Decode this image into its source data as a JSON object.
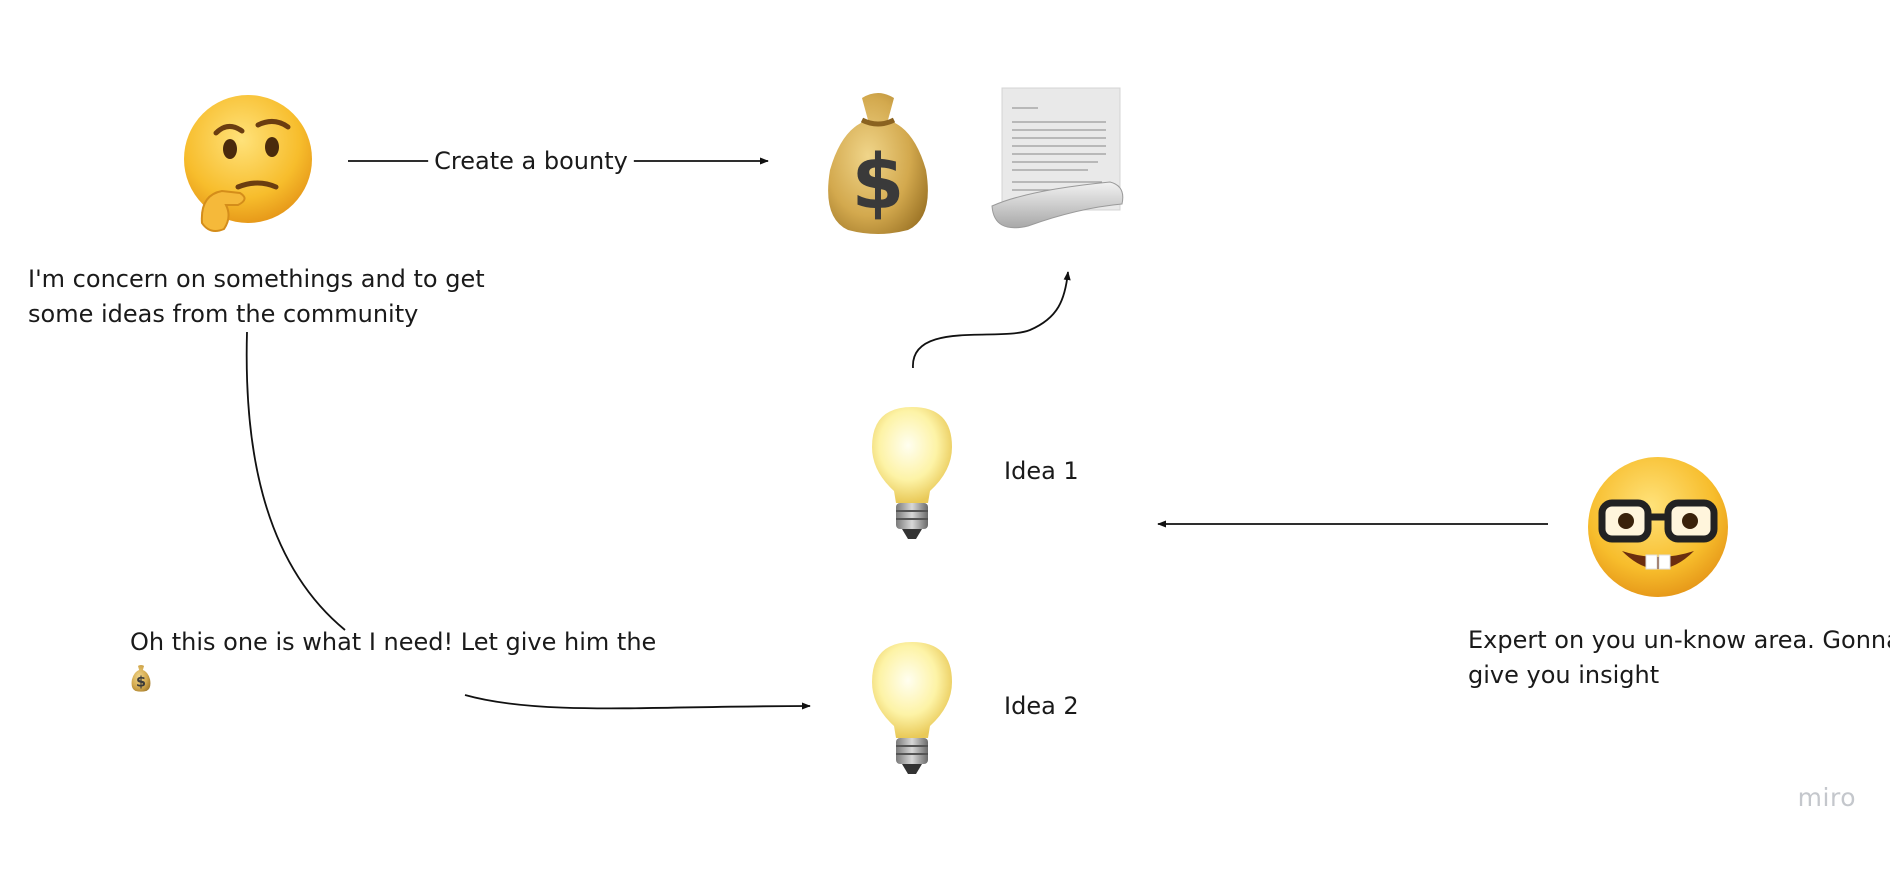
{
  "board": {
    "watermark": "miro",
    "accent_colors": {
      "line": "#111111",
      "emoji_yellow": "#f6c342",
      "money_bag": "#c9a24a",
      "bulb_glow": "#fff6b0"
    },
    "nodes": {
      "thinker": {
        "icon": "thinking-face-icon",
        "caption_line1": "I'm concern on somethings and to get",
        "caption_line2": "some ideas from the community"
      },
      "bounty": {
        "money_icon": "money-bag-icon",
        "scroll_icon": "scroll-document-icon"
      },
      "idea1": {
        "icon": "light-bulb-icon",
        "label": "Idea 1"
      },
      "idea2": {
        "icon": "light-bulb-icon",
        "label": "Idea 2"
      },
      "expert": {
        "icon": "nerd-face-icon",
        "caption_line1": "Expert on you un-know area. Gonna",
        "caption_line2": "give you insight"
      },
      "reward_note": {
        "line1": "Oh this one is what I need! Let give him the",
        "icon": "money-bag-icon"
      }
    },
    "connectors": {
      "create_bounty_label": "Create a bounty"
    }
  }
}
